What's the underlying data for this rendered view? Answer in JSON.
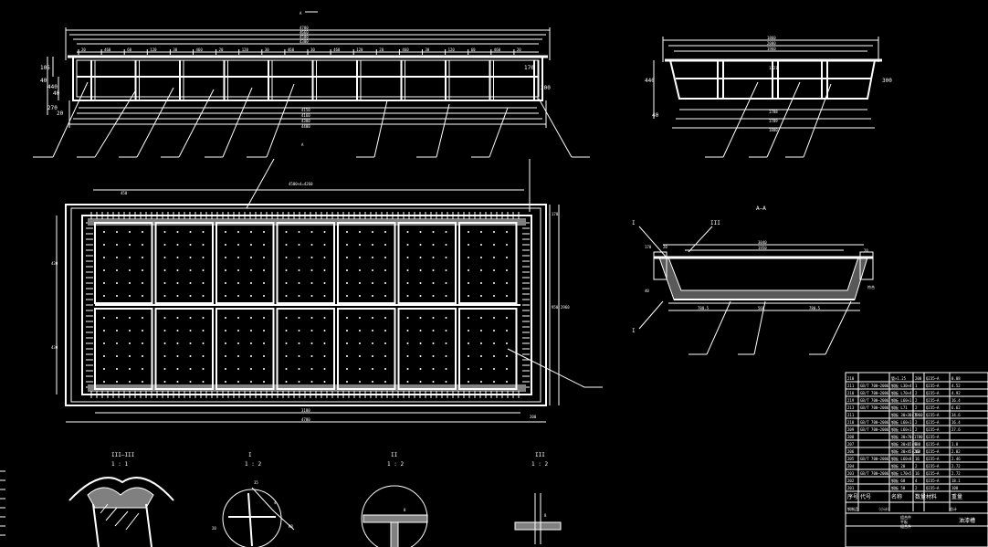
{
  "drawing": {
    "background": "#000000",
    "line_color": "#ffffff",
    "front_view": {
      "section_mark_top": "A",
      "section_mark_bottom": "A",
      "top_dims": [
        "4780",
        "4660",
        "4580",
        "4300"
      ],
      "segment_dims": [
        "20",
        "460",
        "60",
        "120",
        "30",
        "460",
        "20",
        "120",
        "30",
        "460",
        "30",
        "460",
        "120",
        "20",
        "460",
        "30",
        "120",
        "60",
        "460",
        "20"
      ],
      "bottom_dims": [
        "4150",
        "4160",
        "4300",
        "4400"
      ],
      "left_dims": [
        "105",
        "40",
        "440",
        "40",
        "270",
        "20"
      ],
      "right_dims": [
        "170",
        "200"
      ]
    },
    "side_view": {
      "top_dims": [
        "1860",
        "2080",
        "1960"
      ],
      "middle_dim": "1321",
      "bottom_dims": [
        "1788",
        "1789",
        "1880"
      ],
      "left_dims": [
        "440",
        "40"
      ],
      "right_dim": "300"
    },
    "plan_view": {
      "top_note": "4500×4=4260",
      "top_left_dim": "450",
      "right_dims": [
        "170",
        "950",
        "2960"
      ],
      "left_dims": [
        "430",
        "430"
      ],
      "bottom_dims": [
        "3180",
        "4780",
        "200"
      ]
    },
    "section_aa": {
      "title": "A—A",
      "mark_I": "I",
      "mark_III": "III",
      "mark_I_bottom": "I",
      "top_dims": [
        "3040",
        "1950"
      ],
      "left_dims": [
        "170",
        "20",
        "40"
      ],
      "right_dims": [
        "20",
        "符合"
      ],
      "bottom_dims": [
        "780.5",
        "560",
        "780.5"
      ]
    },
    "details": [
      {
        "title": "III—III",
        "scale": "1 : 1"
      },
      {
        "title": "I",
        "scale": "1 : 2",
        "dims": [
          "35",
          "4",
          "R8",
          "20"
        ]
      },
      {
        "title": "II",
        "scale": "1 : 2",
        "dims": [
          "8"
        ]
      },
      {
        "title": "III",
        "scale": "1 : 2",
        "dims": [
          "8"
        ]
      }
    ],
    "bom": {
      "rows": [
        [
          "210",
          "",
          "管×1.25",
          "200",
          "Q235—A",
          "0.08"
        ],
        [
          "211",
          "GB/T 700—2006",
          "钢板 L30×4",
          "1",
          "Q235—A",
          "4.52"
        ],
        [
          "210",
          "GB/T 700—2006",
          "钢板 L70×4",
          "2",
          "Q235—A",
          "4.92"
        ],
        [
          "219",
          "GB/T 700—2006",
          "钢板 L60×1",
          "2",
          "Q235—A",
          "16.4"
        ],
        [
          "213",
          "GB/T 700—2006",
          "钢板 L71",
          "2",
          "Q235—A",
          "6.62"
        ],
        [
          "211",
          "",
          "钢板 30×30×1960",
          "5",
          "Q235—A",
          "34.6"
        ],
        [
          "210",
          "GB/T 700—2006",
          "钢板 L60×1",
          "2",
          "Q235—A",
          "16.4"
        ],
        [
          "209",
          "GB/T 700—2006",
          "钢板 L60×1",
          "2",
          "Q235—A",
          "27.6"
        ],
        [
          "208",
          "",
          "钢板 30×70×1780",
          "",
          "Q235—A",
          ""
        ],
        [
          "207",
          "",
          "钢板 30×65×980",
          "2",
          "Q235—A",
          "1.8"
        ],
        [
          "206",
          "",
          "钢板 30×45×260",
          "10",
          "Q235—A",
          "2.02"
        ],
        [
          "205",
          "GB/T 700—2006",
          "钢板 L60×8",
          "16",
          "Q235—A",
          "2.46"
        ],
        [
          "204",
          "",
          "钢板 20",
          "2",
          "Q235—A",
          "2.72"
        ],
        [
          "203",
          "GB/T 700—2006",
          "钢板 L70×5",
          "16",
          "Q235—A",
          "2.72"
        ],
        [
          "202",
          "",
          "钢板 60",
          "4",
          "Q235—A",
          "18.1"
        ],
        [
          "201",
          "",
          "钢板 50",
          "2",
          "Q235—A",
          "108"
        ]
      ],
      "header": [
        "序号",
        "代号",
        "名称",
        "数量",
        "材料",
        "重量"
      ],
      "footer": [
        "钢制品",
        "（小计）",
        "总计"
      ],
      "title_block": [
        "组合件",
        "平板",
        "组合件"
      ],
      "title_block_corner": "油漆槽"
    }
  }
}
